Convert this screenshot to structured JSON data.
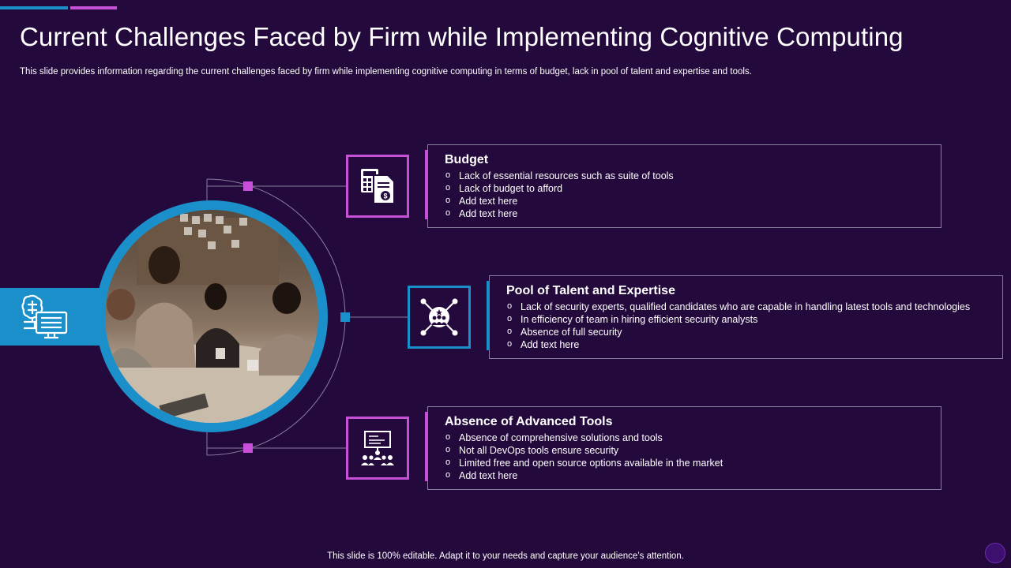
{
  "slide": {
    "title": "Current Challenges Faced by Firm while Implementing Cognitive Computing",
    "subtitle": "This slide provides information regarding the current challenges faced by firm while implementing cognitive computing in terms of budget, lack in pool of talent and expertise and tools.",
    "footer": "This slide is 100% editable. Adapt it to your needs and capture your audience’s attention."
  },
  "colors": {
    "background": "#240a3c",
    "accent_blue": "#1b8fc9",
    "accent_pink": "#c84fd8",
    "card_border": "#8a7ea0"
  },
  "hub": {
    "icon": "brain-computer-icon",
    "photo": "team-meeting-handshake-photo"
  },
  "cards": [
    {
      "title": "Budget",
      "icon": "calculator-invoice-icon",
      "items": [
        "Lack of essential resources such as suite of tools",
        "Lack of budget to afford",
        "Add text here",
        "Add text here"
      ]
    },
    {
      "title": "Pool of Talent and Expertise",
      "icon": "talent-network-icon",
      "items": [
        "Lack of security experts, qualified candidates who are capable in handling latest tools and technologies",
        "In efficiency of team in hiring efficient security analysts",
        "Absence of full security",
        "Add text here"
      ]
    },
    {
      "title": "Absence of Advanced Tools",
      "icon": "presentation-team-icon",
      "items": [
        "Absence of comprehensive  solutions and tools",
        "Not all DevOps  tools ensure security",
        "Limited free  and open source options available  in the market",
        "Add text here"
      ]
    }
  ]
}
